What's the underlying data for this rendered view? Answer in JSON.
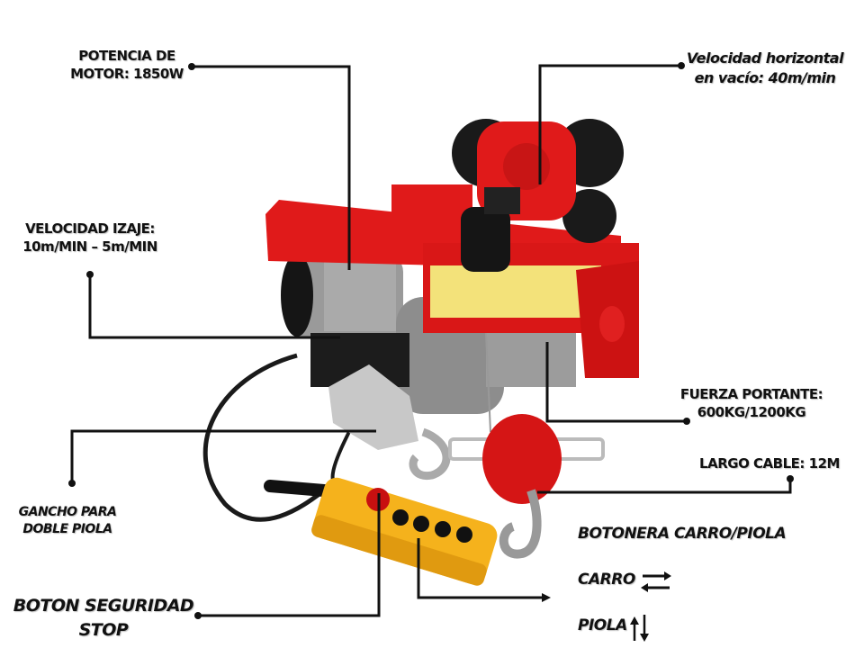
{
  "callouts": {
    "motor_power": {
      "line1": "POTENCIA DE",
      "line2": "MOTOR: 1850W"
    },
    "horizontal_speed": {
      "line1": "Velocidad horizontal",
      "line2": "en vacío: 40m/min"
    },
    "lift_speed": {
      "line1": "VELOCIDAD IZAJE:",
      "line2": "10m/MIN – 5m/MIN"
    },
    "load_capacity": {
      "line1": "FUERZA PORTANTE:",
      "line2": "600KG/1200KG"
    },
    "cable_length": {
      "line1": "LARGO CABLE: 12M"
    },
    "double_hook": {
      "line1": "GANCHO PARA",
      "line2": "DOBLE PIOLA"
    },
    "stop_button": {
      "line1": "BOTON SEGURIDAD",
      "line2": "STOP"
    },
    "pendant": {
      "title": "BOTONERA CARRO/PIOLA",
      "trolley": "CARRO",
      "rope": "PIOLA"
    }
  },
  "colors": {
    "body_red": "#e01a1a",
    "pendant_yellow": "#f5b21c",
    "line": "#111111"
  }
}
